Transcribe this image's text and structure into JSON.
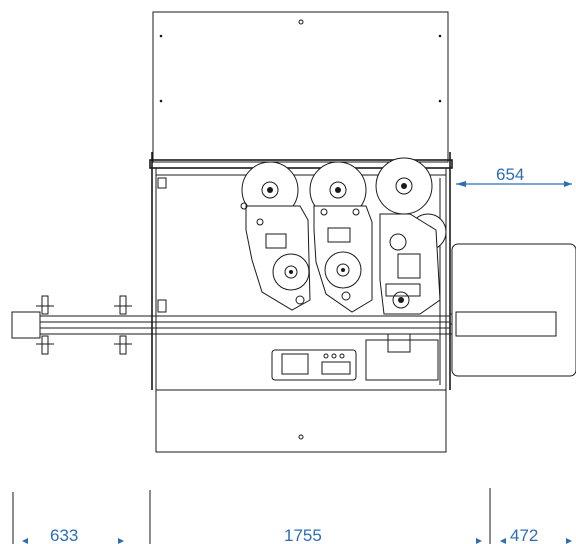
{
  "dimensions": {
    "top_right": "654",
    "bottom_left": "633",
    "bottom_center": "1755",
    "bottom_right": "472"
  },
  "colors": {
    "dimension": "#2e6db4",
    "line": "#1a1a1a",
    "background": "#ffffff"
  }
}
